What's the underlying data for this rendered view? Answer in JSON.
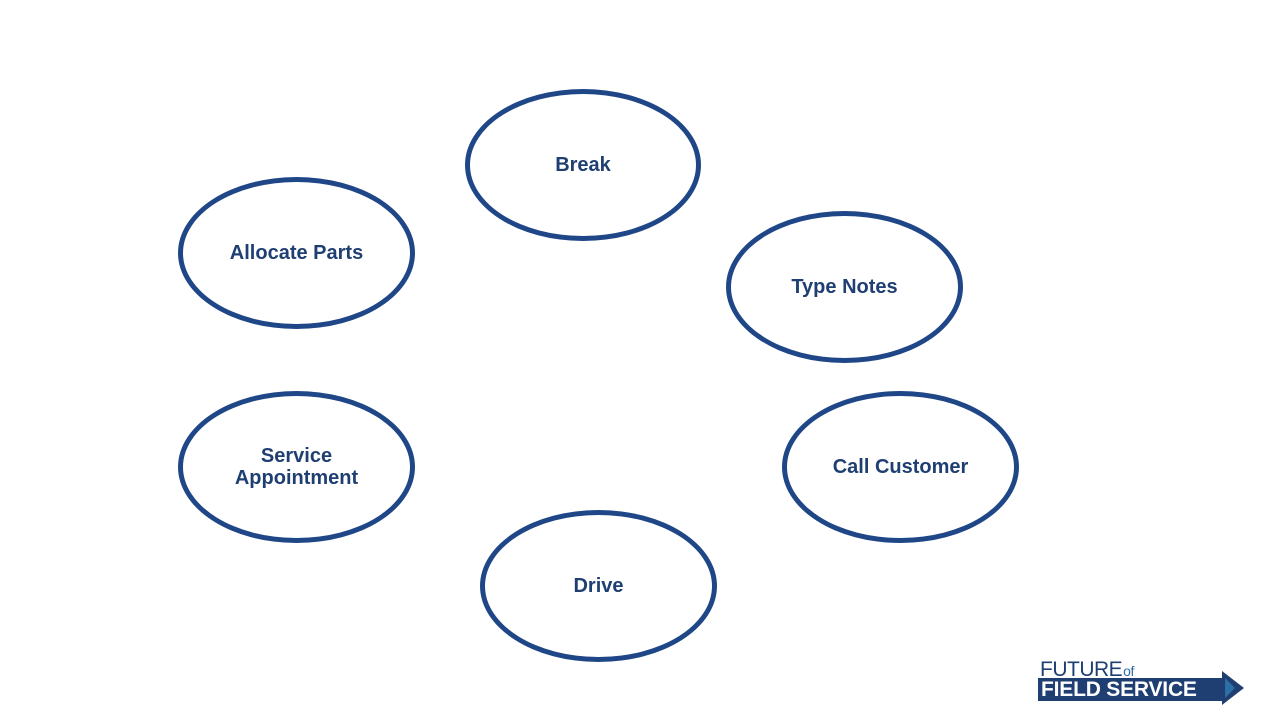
{
  "diagram": {
    "nodes": [
      {
        "id": "break",
        "label": "Break"
      },
      {
        "id": "allocate-parts",
        "label": "Allocate Parts"
      },
      {
        "id": "type-notes",
        "label": "Type Notes"
      },
      {
        "id": "service-appointment",
        "label": "Service\nAppointment"
      },
      {
        "id": "call-customer",
        "label": "Call Customer"
      },
      {
        "id": "drive",
        "label": "Drive"
      }
    ],
    "colors": {
      "ellipse_border": "#1f4788",
      "text": "#1f3f73",
      "background": "#ffffff"
    }
  },
  "logo": {
    "line1": "FUTURE",
    "line1_suffix": "of",
    "line2": "FIELD SERVICE",
    "colors": {
      "primary": "#1f3f73",
      "accent": "#2c6ea6"
    }
  }
}
